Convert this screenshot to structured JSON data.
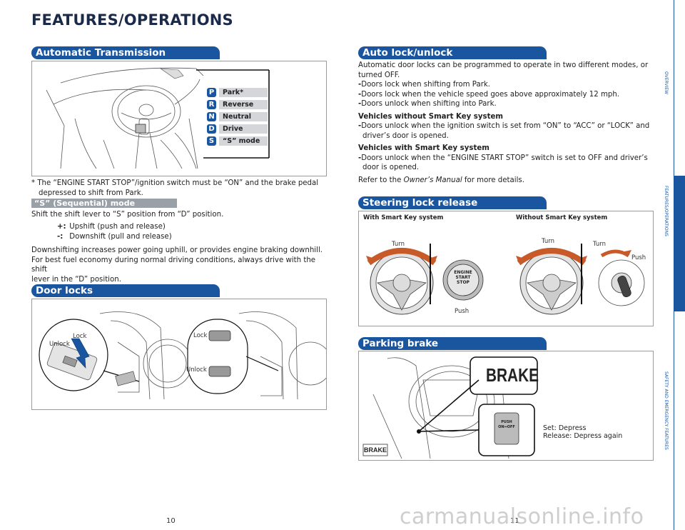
{
  "page_title": "FEATURES/OPERATIONS",
  "automatic_transmission": {
    "heading": "Automatic Transmission",
    "gears": [
      {
        "letter": "P",
        "label": "Park*"
      },
      {
        "letter": "R",
        "label": "Reverse"
      },
      {
        "letter": "N",
        "label": "Neutral"
      },
      {
        "letter": "D",
        "label": "Drive"
      },
      {
        "letter": "S",
        "label": "“S” mode"
      }
    ],
    "footnote_line1": "* The “ENGINE START STOP”/ignition switch must be “ON” and the brake pedal",
    "footnote_line2": "depressed to shift from Park.",
    "s_mode_heading": "“S” (Sequential) mode",
    "s_mode_text": "Shift the shift lever to “S” position from “D” position.",
    "plus_symbol": "+:",
    "plus_text": "Upshift (push and release)",
    "minus_symbol": "-:",
    "minus_text": "Downshift (pull and release)",
    "para_line1": "Downshifting increases power going uphill, or provides engine braking downhill.",
    "para_line2": "For best fuel economy during normal driving conditions, always drive with the shift",
    "para_line3": "lever in the “D” position."
  },
  "door_locks": {
    "heading": "Door locks",
    "left_unlock": "Unlock",
    "left_lock": "Lock",
    "right_lock": "Lock",
    "right_unlock": "Unlock"
  },
  "auto_lock": {
    "heading": "Auto lock/unlock",
    "line1": "Automatic door locks can be programmed to operate in two different modes, or",
    "line2": "turned OFF.",
    "bullets": [
      "Doors lock when shifting from Park.",
      "Doors lock when the vehicle speed goes above approximately 12 mph.",
      "Doors unlock when shifting into Park."
    ],
    "no_smart_key_heading": "Vehicles without Smart Key system",
    "no_smart_key_line1": "Doors unlock when the ignition switch is set from “ON” to “ACC” or “LOCK” and",
    "no_smart_key_line2": "driver’s door is opened.",
    "smart_key_heading": "Vehicles with Smart Key system",
    "smart_key_line1": "Doors unlock when the “ENGINE START STOP” switch is set to OFF and driver’s",
    "smart_key_line2": "door is opened.",
    "refer_prefix": "Refer to the ",
    "refer_manual": "Owner’s Manual",
    "refer_suffix": " for more details."
  },
  "steering_lock": {
    "heading": "Steering lock release",
    "with_smart_key": "With Smart Key system",
    "without_smart_key": "Without Smart Key system",
    "turn_1": "Turn",
    "push_1": "Push",
    "button_line1": "ENGINE",
    "button_line2": "START",
    "button_line3": "STOP",
    "turn_2": "Turn",
    "turn_3": "Turn",
    "push_2": "Push"
  },
  "parking_brake": {
    "heading": "Parking brake",
    "brake_callout": "BRAKE",
    "brake_small": "BRAKE",
    "pedal_line1": "PUSH",
    "pedal_line2": "ON⇔OFF",
    "set_text": "Set: Depress",
    "release_text": "Release: Depress again"
  },
  "side_tabs": [
    "OVERVIEW",
    "FEATURES/OPERATIONS",
    "SAFETY AND EMERGENCY FEATURES"
  ],
  "page_numbers": {
    "left": "10",
    "right": "11"
  },
  "watermark": "carmanualsonline.info",
  "colors": {
    "accent": "#1a56a0",
    "subhead": "#9aa0a8",
    "gearlabel": "#d4d6da"
  }
}
